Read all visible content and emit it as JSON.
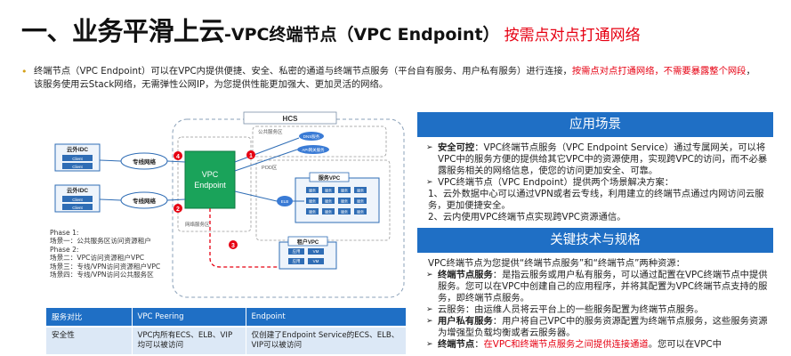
{
  "title": {
    "main": "一、业务平滑上云",
    "mid": "-VPC终端节点（VPC Endpoint）",
    "red": "按需点对点打通网络"
  },
  "intro": {
    "part1": "终端节点（VPC Endpoint）可以在VPC内提供便捷、安全、私密的通道与终端节点服务（平台自有服务、用户私有服务）进行连接，",
    "part_red": "按需点对点打通网络，不需要暴露整个网段",
    "part2": "，该服务使用云Stack网络，无需弹性公网IP，为您提供性能更加强大、更加灵活的网络。"
  },
  "diagram": {
    "hcs": "HCS",
    "public_zone": "公共服务区",
    "pod": "POD区",
    "net_service_zone": "网络服务区",
    "vpc_endpoint_l1": "VPC",
    "vpc_endpoint_l2": "Endpoint",
    "idc1": "云外IDC",
    "idc2": "云外IDC",
    "client": "Client",
    "line1": "专线网络",
    "line2": "专线网络",
    "dns": "DNS服务",
    "api": "API网关服务",
    "svc_vpc": "服务VPC",
    "svc": "服务",
    "elb": "ELB",
    "tenant_vpc": "租户VPC",
    "tenant_cells": [
      "应用",
      "VM",
      "应用",
      "VM"
    ],
    "badges": [
      "4",
      "1",
      "2",
      "3"
    ]
  },
  "phase": [
    "Phase 1:",
    "场景一：公共服务区访问资源租户",
    "Phase 2:",
    "场景二：VPC访问资源租户VPC",
    "场景三：专线/VPN访问资源租户VPC",
    "场景四：专线/VPN访问公共服务区"
  ],
  "table": {
    "headers": [
      "服务对比",
      "VPC Peering",
      "Endpoint"
    ],
    "rows": [
      [
        "安全性",
        "VPC内所有ECS、ELB、VIP均可以被访问",
        "仅创建了Endpoint Service的ECS、ELB、VIP可以被访问"
      ]
    ]
  },
  "panel": {
    "h1": "应用场景",
    "s1": {
      "b1_bold": "安全可控",
      "b1_text": "：VPC终端节点服务（VPC Endpoint Service）通过专属网关，可以将VPC中的服务方便的提供给其它VPC中的资源使用，实现跨VPC的访问，而不必暴露服务相关的网络信息，使您的访问更加安全、可靠。",
      "b2_text": "VPC终端节点（VPC Endpoint）提供两个场景解决方案：",
      "l1": "1、云外数据中心可以通过VPN或者云专线，利用建立的终端节点通过内网访问云服务，更加便捷安全。",
      "l2": "2、云内使用VPC终端节点实现跨VPC资源通信。"
    },
    "h2": "关键技术与规格",
    "s2": {
      "intro": "VPC终端节点为您提供“终端节点服务”和“终端节点”两种资源：",
      "b1_bold": "终端节点服务",
      "b1_text": "：是指云服务或用户私有服务，可以通过配置在VPC终端节点中提供服务。您可以在VPC中创建自己的应用程序，并将其配置为VPC终端节点支持的服务，即终端节点服务。",
      "b2_text": "云服务：由运维人员将云平台上的一些服务配置为终端节点服务。",
      "b3_bold": "用户私有服务",
      "b3_text": "：用户将自己VPC中的服务资源配置为终端节点服务，这些服务资源为增强型负载均衡或者云服务器。",
      "b4_bold": "终端节点",
      "b4_sep": "：",
      "b4_red": "在VPC和终端节点服务之间提供连接通道",
      "b4_text": "。您可以在VPC中"
    }
  },
  "colors": {
    "accent_blue": "#1f6fc5",
    "table_cell": "#dce8f6",
    "highlight_red": "#e60012",
    "endpoint_green": "#1aa35a"
  }
}
